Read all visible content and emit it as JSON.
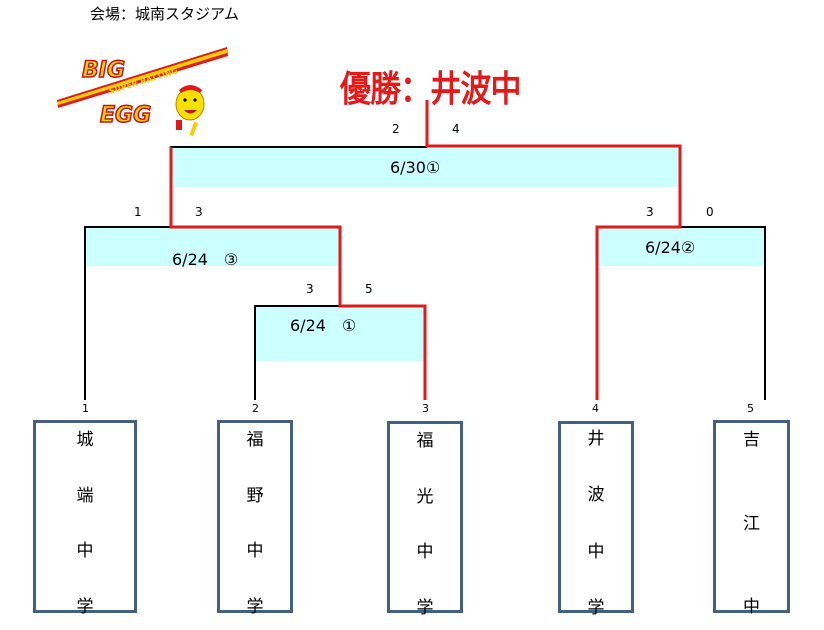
{
  "venue": "会場：城南スタジアム",
  "champion": "優勝：井波中",
  "logo": {
    "name": "BIG EGG SUPER BATTING",
    "line1": "BIG",
    "line2": "EGG",
    "tagline": "SUPER BATTING"
  },
  "colors": {
    "winner_line": "#e21a1a",
    "loser_line": "#000000",
    "match_fill": "#ccffff",
    "team_border": "#43607f"
  },
  "matches": {
    "final": {
      "label": "6/30①",
      "score_left": "2",
      "score_right": "4"
    },
    "semi_left": {
      "label": "6/24　③",
      "score_left": "1",
      "score_right": "3"
    },
    "semi_right": {
      "label": "6/24②",
      "score_left": "3",
      "score_right": "0"
    },
    "first_round": {
      "label": "6/24　①",
      "score_left": "3",
      "score_right": "5"
    }
  },
  "teams": [
    {
      "seed": "1",
      "chars": [
        "城",
        "端",
        "中",
        "学"
      ]
    },
    {
      "seed": "2",
      "chars": [
        "福",
        "野",
        "中",
        "学"
      ]
    },
    {
      "seed": "3",
      "chars": [
        "福",
        "光",
        "中",
        "学"
      ]
    },
    {
      "seed": "4",
      "chars": [
        "井",
        "波",
        "中",
        "学"
      ]
    },
    {
      "seed": "5",
      "chars": [
        "吉",
        "",
        "江",
        "中"
      ]
    }
  ]
}
